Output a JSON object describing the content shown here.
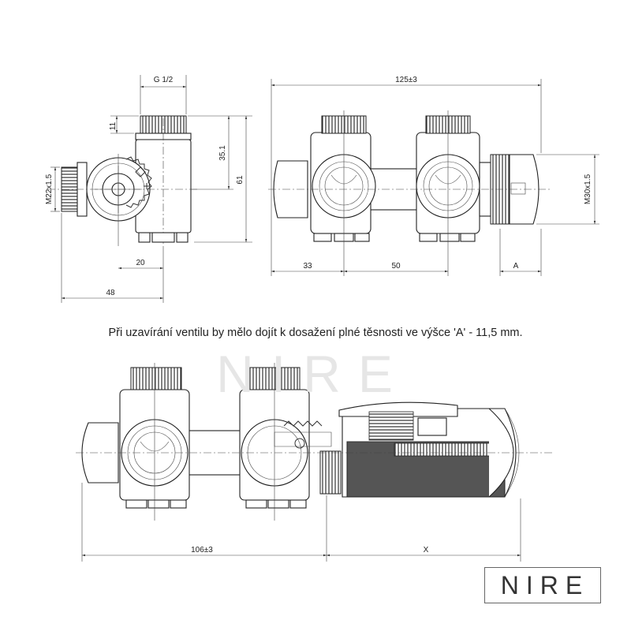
{
  "dimensions": {
    "thread_top": "G 1/2",
    "thread_height": "11",
    "height_center": "35.1",
    "total_height": "61",
    "side_thread": "M22x1.5",
    "offset_20": "20",
    "width_48": "48",
    "total_width": "125±3",
    "spacing_33": "33",
    "spacing_50": "50",
    "dim_a": "A",
    "head_thread": "M30x1.5",
    "bottom_width": "106±3",
    "dim_x": "X"
  },
  "note": "Při uzavírání ventilu by mělo dojít k dosažení plné těsnosti ve výšce 'A' - 11,5 mm.",
  "watermark": "NIRE",
  "logo": "NIRE"
}
